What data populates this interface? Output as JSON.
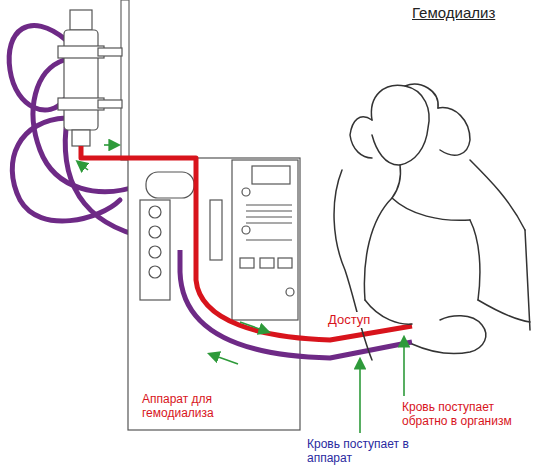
{
  "diagram": {
    "title": "Гемодиализ",
    "labels": [
      "Доступ",
      "Аппарат для гемодиализа",
      "Кровь поступает обратно в организм",
      "Кровь поступает в аппарат"
    ]
  }
}
